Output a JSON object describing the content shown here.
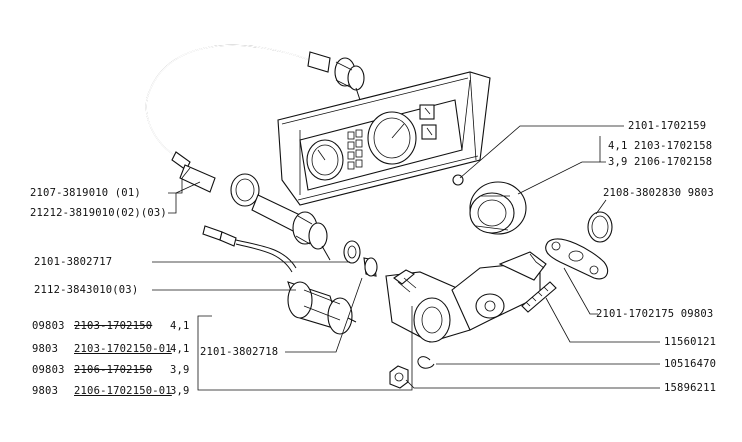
{
  "labels": {
    "cable_top": "2107-3819010 (01)",
    "cable_bottom": "21212-3819010(02)(03)",
    "drive_2101_3802717": "2101-3802717",
    "drive_2112": "2112-3843010(03)",
    "seal_2101_3802718": "2101-3802718",
    "ref_2101_1702159": "2101-1702159",
    "ref_4_1": "4,1",
    "ref_2103_1702158": "2103-1702158",
    "ref_3_9": "3,9",
    "ref_2106_1702158": "2106-1702158",
    "ref_2108_3802830": "2108-3802830 9803",
    "ref_2101_1702175": "2101-1702175 09803",
    "ref_11560121": "11560121",
    "ref_10516470": "10516470",
    "ref_15896211": "15896211"
  },
  "table": {
    "rows": [
      {
        "prefix": "09803",
        "part": "2103-1702150",
        "style": "strike",
        "ratio": "4,1"
      },
      {
        "prefix": "9803",
        "part": "2103-1702150-01",
        "style": "under",
        "ratio": "4,1"
      },
      {
        "prefix": "09803",
        "part": "2106-1702150",
        "style": "strike",
        "ratio": "3,9"
      },
      {
        "prefix": "9803",
        "part": "2106-1702150-01",
        "style": "under",
        "ratio": "3,9"
      }
    ]
  }
}
